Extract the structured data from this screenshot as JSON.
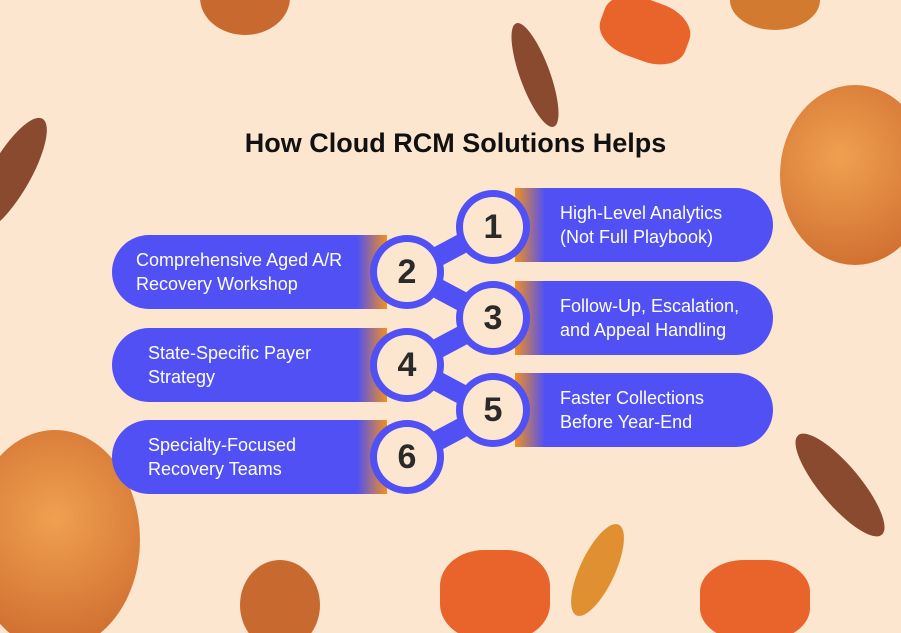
{
  "title": "How Cloud RCM Solutions Helps",
  "steps": [
    {
      "number": "1",
      "text": "High-Level Analytics (Not Full Playbook)"
    },
    {
      "number": "2",
      "text": "Comprehensive Aged A/R Recovery Workshop"
    },
    {
      "number": "3",
      "text": "Follow-Up, Escalation, and Appeal Handling"
    },
    {
      "number": "4",
      "text": "State-Specific Payer Strategy"
    },
    {
      "number": "5",
      "text": "Faster Collections Before Year-End"
    },
    {
      "number": "6",
      "text": "Specialty-Focused Recovery Teams"
    }
  ],
  "colors": {
    "background": "#fde6cf",
    "accent": "#5050f5",
    "glow": "#f2901e"
  }
}
